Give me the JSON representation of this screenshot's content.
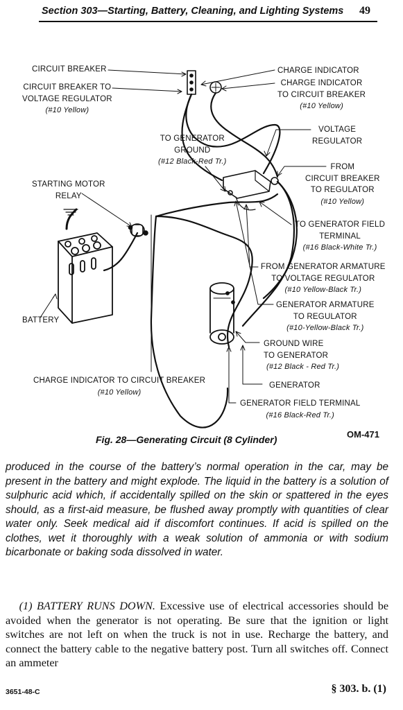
{
  "header": {
    "section_title": "Section 303—Starting, Battery, Cleaning, and Lighting Systems",
    "page_number": "49"
  },
  "figure": {
    "labels": {
      "circuit_breaker": "CIRCUIT BREAKER",
      "cb_to_vr_1": "CIRCUIT BREAKER TO",
      "cb_to_vr_2": "VOLTAGE REGULATOR",
      "cb_to_vr_spec": "(#10 Yellow)",
      "charge_indicator": "CHARGE INDICATOR",
      "ci_to_cb_1": "CHARGE INDICATOR",
      "ci_to_cb_2": "TO CIRCUIT BREAKER",
      "ci_to_cb_spec": "(#10 Yellow)",
      "voltage_regulator_1": "VOLTAGE",
      "voltage_regulator_2": "REGULATOR",
      "to_gen_ground_1": "TO GENERATOR",
      "to_gen_ground_2": "GROUND",
      "to_gen_ground_spec": "(#12 Black-Red Tr.)",
      "from_cb_1": "FROM",
      "from_cb_2": "CIRCUIT BREAKER",
      "from_cb_3": "TO  REGULATOR",
      "from_cb_spec": "(#10 Yellow)",
      "starting_motor_1": "STARTING MOTOR",
      "starting_motor_2": "RELAY",
      "to_gen_field_1": "TO GENERATOR FIELD",
      "to_gen_field_2": "TERMINAL",
      "to_gen_field_spec": "(#16 Black-White Tr.)",
      "from_gen_arm_1": "FROM GENERATOR ARMATURE",
      "from_gen_arm_2": "TO VOLTAGE REGULATOR",
      "from_gen_arm_spec": "(#10 Yellow-Black Tr.)",
      "gen_arm_1": "GENERATOR  ARMATURE",
      "gen_arm_2": "TO REGULATOR",
      "gen_arm_spec": "(#10-Yellow-Black Tr.)",
      "battery": "BATTERY",
      "ground_wire_1": "GROUND WIRE",
      "ground_wire_2": "TO GENERATOR",
      "ground_wire_spec": "(#12 Black - Red Tr.)",
      "charge_ind_cb": "CHARGE INDICATOR  TO CIRCUIT BREAKER",
      "charge_ind_cb_spec": "(#10 Yellow)",
      "generator": "GENERATOR",
      "gen_field_terminal": "GENERATOR   FIELD TERMINAL",
      "gen_field_terminal_spec": "(#16 Black-Red Tr.)"
    },
    "caption": "Fig. 28—Generating Circuit (8 Cylinder)",
    "code": "OM-471"
  },
  "text": {
    "warning": "produced in the course of the battery’s normal operation in the car, may be present in the battery and might explode. The liquid in the battery is a solution of sulphuric acid which, if accidentally spilled on the skin or spattered in the eyes should, as a first-aid measure, be flushed away promptly with quantities of clear water only. Seek medical aid if discomfort continues. If acid is spilled on the clothes, wet it thoroughly with a weak solution of ammonia or with sodium bicarbonate or baking soda dissolved in water.",
    "para_lead": "(1) BATTERY RUNS DOWN.",
    "para_body": " Excessive use of electrical accessories should be avoided when the generator is not operating. Be sure that the ignition or light switches are not left on when the truck is not in use. Recharge the battery, and connect the battery cable to the negative battery post. Turn all switches off. Connect an ammeter"
  },
  "footer": {
    "left_code": "3651-48-C",
    "section_ref": "§ 303. b. (1)"
  }
}
